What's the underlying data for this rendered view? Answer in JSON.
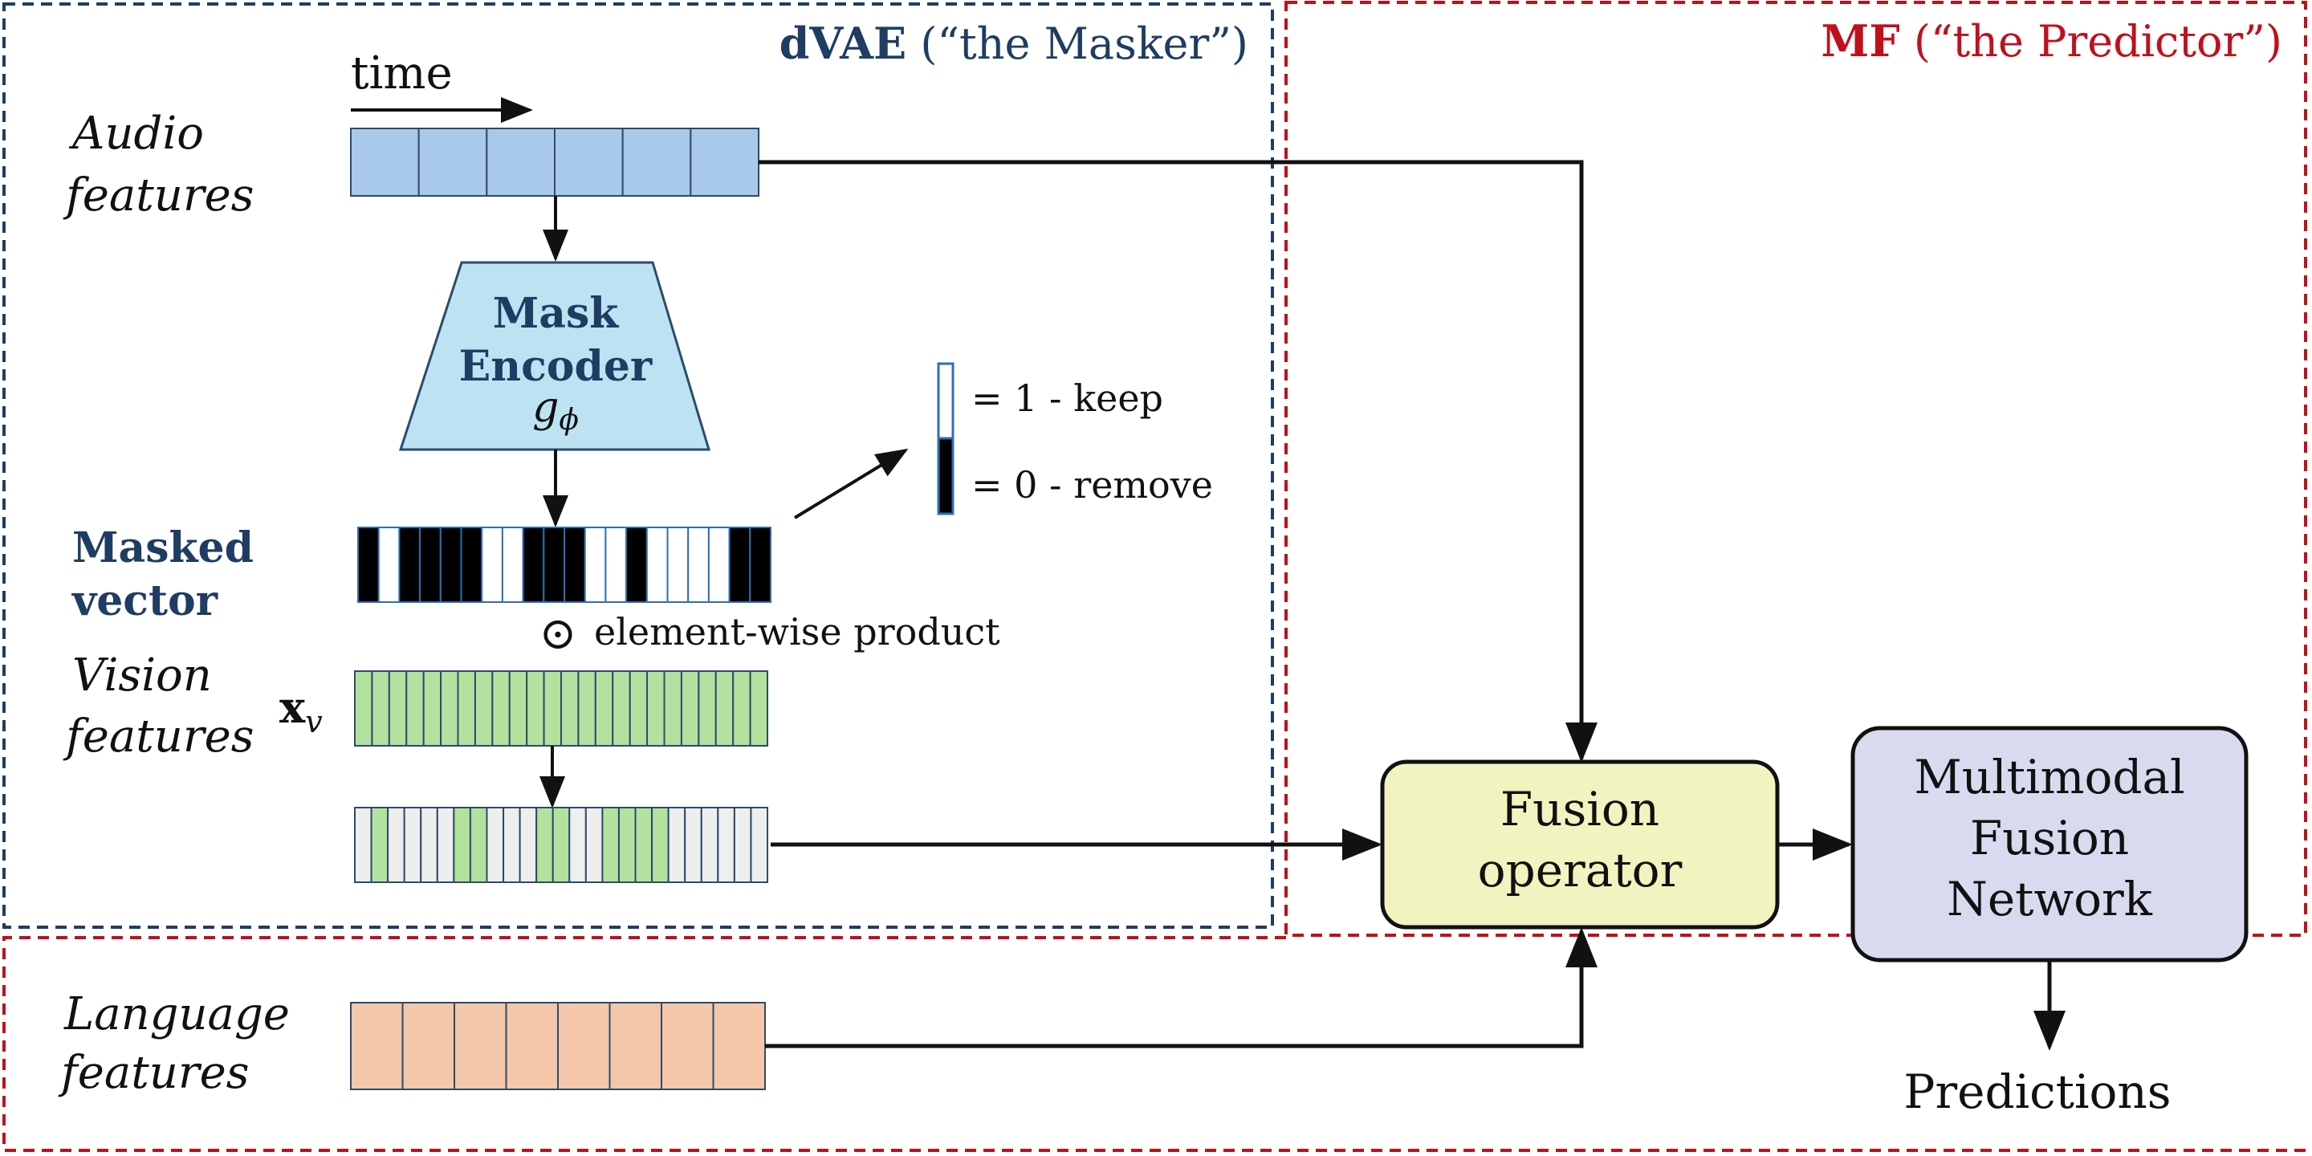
{
  "regions": {
    "dvae": {
      "bold": "dVAE",
      "rest": " (“the Masker”)"
    },
    "mf": {
      "bold": "MF",
      "rest": " (“the Predictor”)"
    }
  },
  "time_label": "time",
  "inputs": {
    "audio": {
      "line1": "Audio",
      "line2": "features",
      "cells": 6
    },
    "vision": {
      "line1": "Vision",
      "line2": "features",
      "symbol_main": "x",
      "symbol_sub": "v",
      "cells": 24
    },
    "language": {
      "line1": "Language",
      "line2": "features",
      "cells": 8
    }
  },
  "mask_encoder": {
    "line1": "Mask",
    "line2": "Encoder",
    "symbol_main": "g",
    "symbol_sub": "ϕ"
  },
  "masked_vector": {
    "line1": "Masked",
    "line2": "vector",
    "pattern": [
      1,
      0,
      1,
      1,
      1,
      1,
      0,
      0,
      1,
      1,
      1,
      0,
      0,
      1,
      0,
      0,
      0,
      0,
      1,
      1
    ]
  },
  "masked_vision_pattern": [
    0,
    1,
    0,
    0,
    0,
    0,
    1,
    1,
    0,
    0,
    0,
    1,
    1,
    0,
    0,
    1,
    1,
    1,
    1,
    0,
    0,
    0,
    0,
    0,
    0
  ],
  "legend": {
    "keep": "= 1 - keep",
    "remove": "= 0 - remove"
  },
  "product_label": "element-wise product",
  "product_symbol": "⊙",
  "fusion_operator": {
    "line1": "Fusion",
    "line2": "operator"
  },
  "mfn": {
    "line1": "Multimodal",
    "line2": "Fusion",
    "line3": "Network"
  },
  "output_label": "Predictions",
  "colors": {
    "audio": "#a9c9eb",
    "vision": "#b2e29e",
    "language": "#f4c6aa",
    "encoder": "#bde3f3",
    "fusion": "#f1f4be",
    "mfn": "#d8dbef",
    "cell_border": "#2e4a6b",
    "masker_blue": "#1f3d63",
    "predictor_red": "#c0101c",
    "masked_off": "#eeeeee"
  }
}
